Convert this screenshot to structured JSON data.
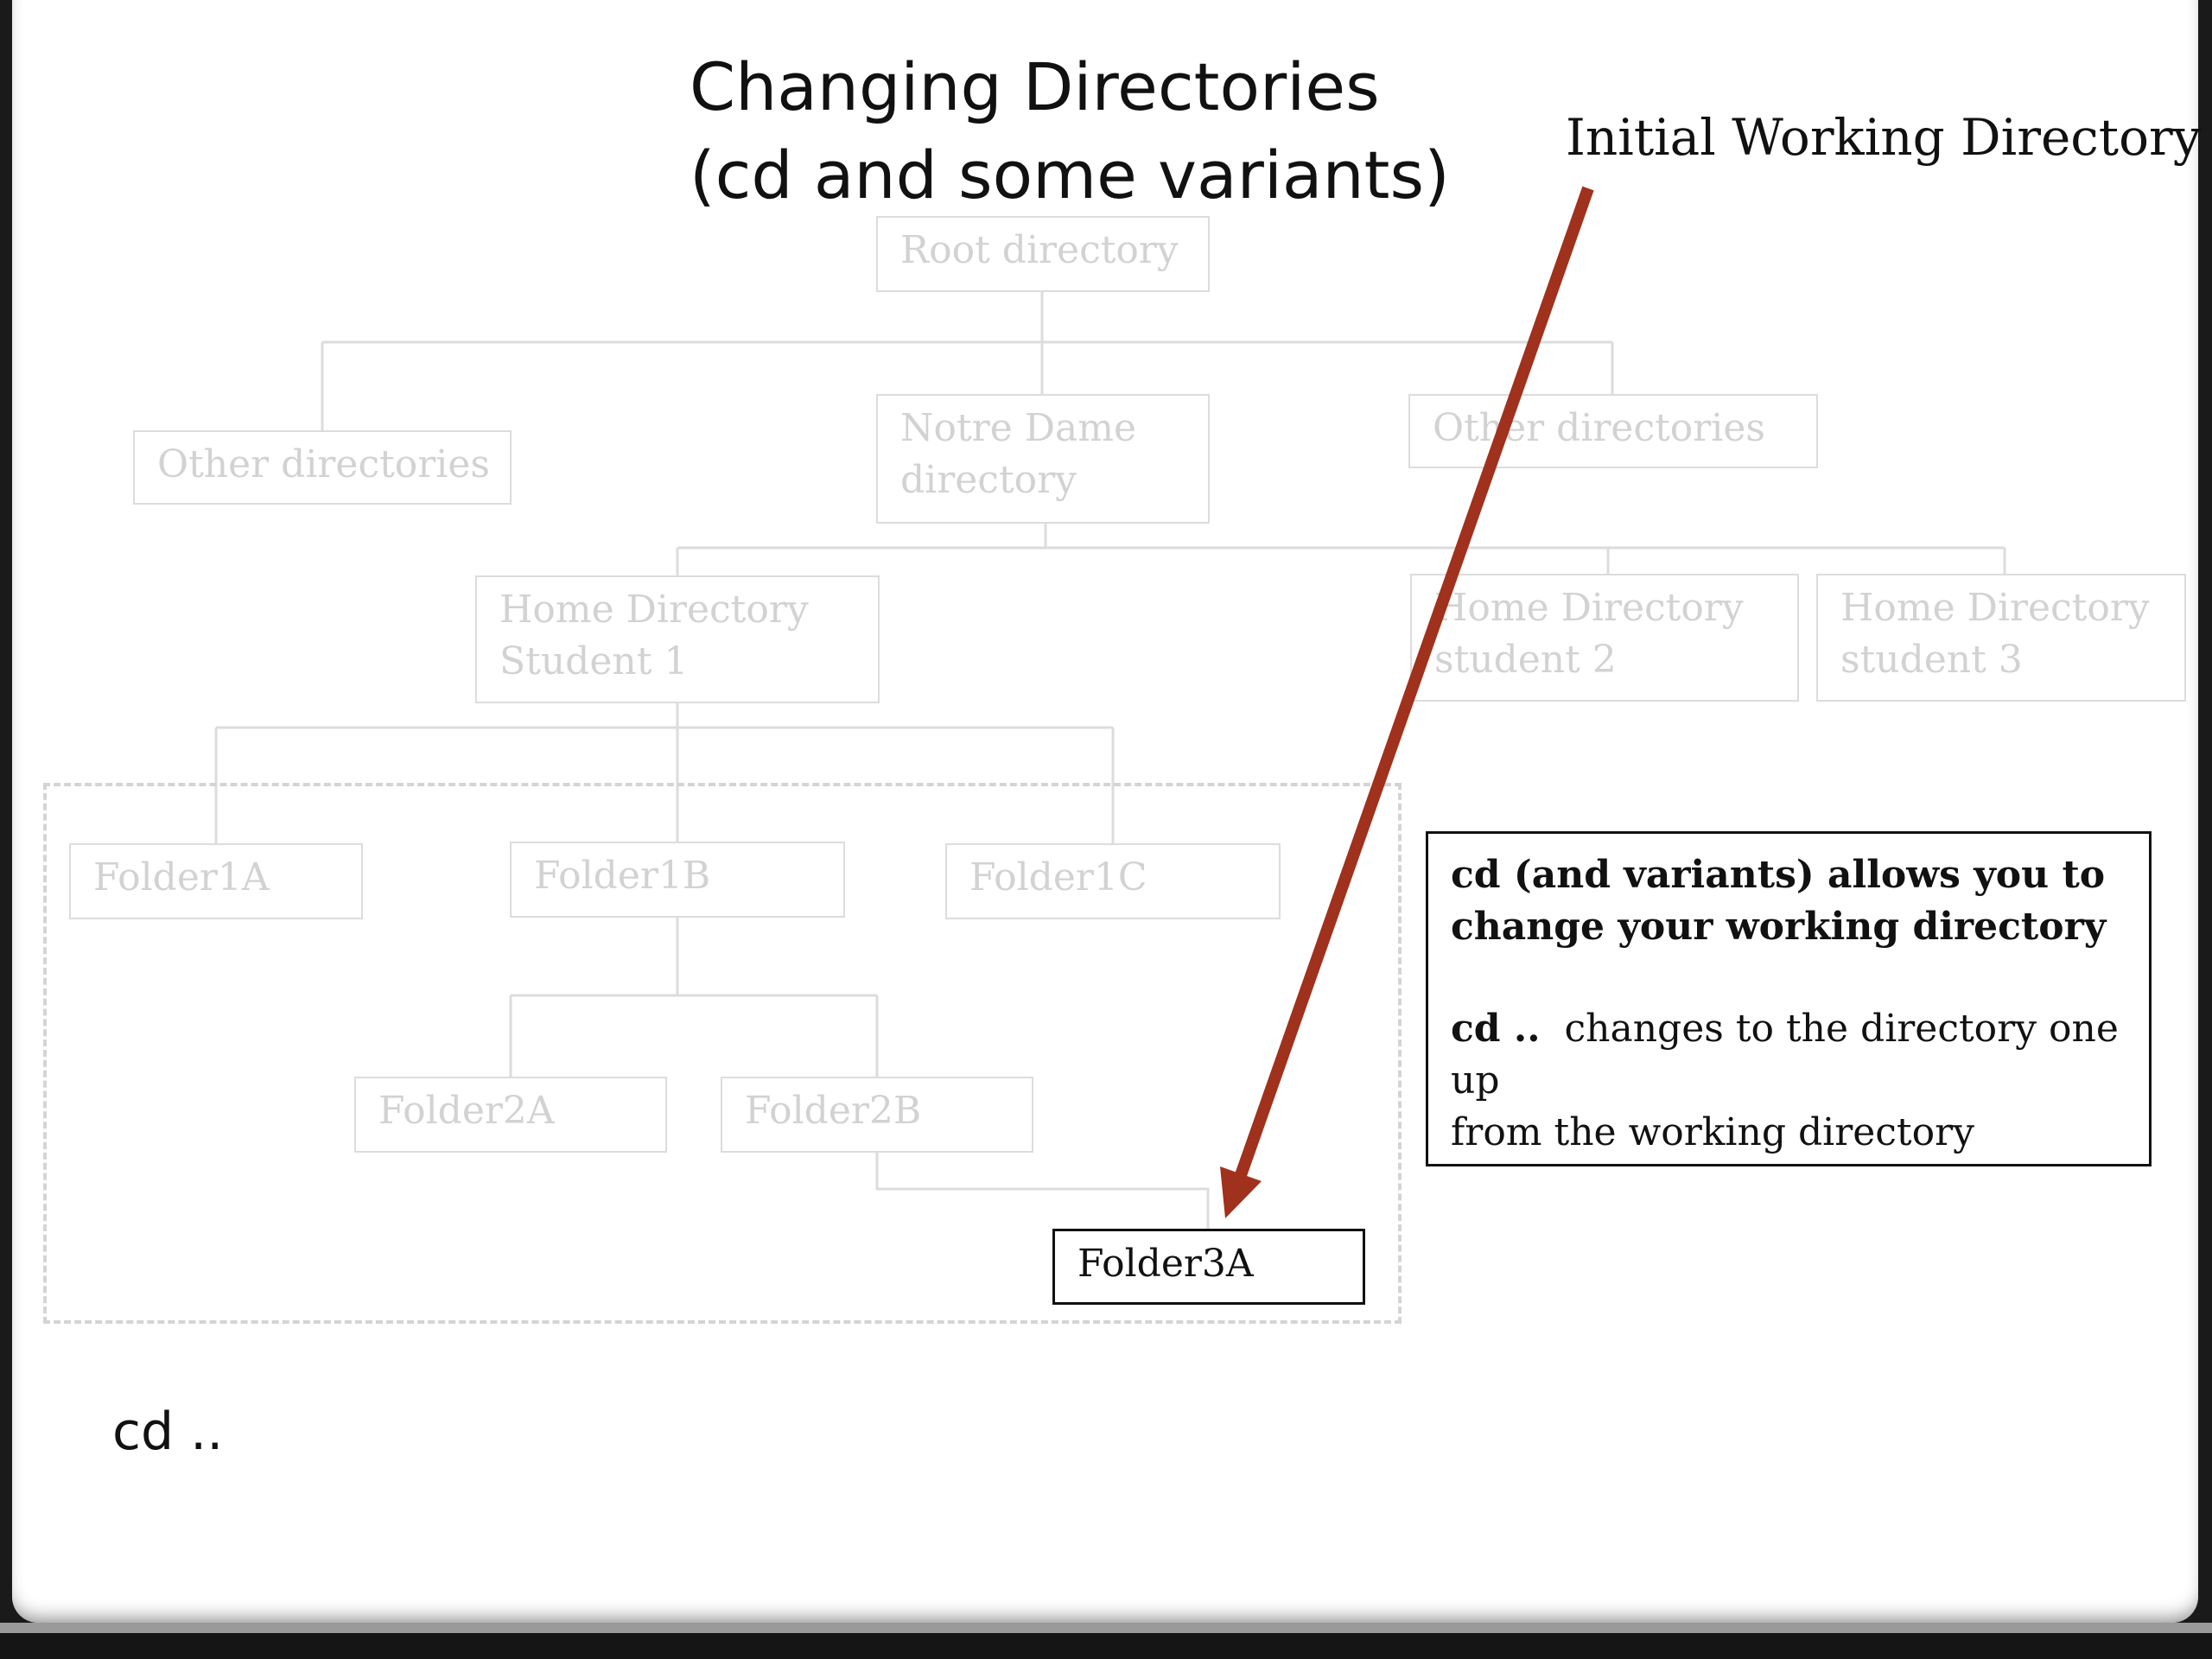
{
  "title": {
    "line1": "Changing Directories",
    "line2": "(cd and some variants)"
  },
  "annotation": {
    "label": "Initial Working Directory",
    "arrow_color": "#a0311c"
  },
  "tree": {
    "root": "Root directory",
    "other_left": "Other directories",
    "notre_dame_line1": "Notre Dame",
    "notre_dame_line2": "directory",
    "other_right": "Other directories",
    "home1_line1": "Home Directory",
    "home1_line2": "Student 1",
    "home2_line1": "Home Directory",
    "home2_line2": "student 2",
    "home3_line1": "Home Directory",
    "home3_line2": "student 3",
    "folder1a": "Folder1A",
    "folder1b": "Folder1B",
    "folder1c": "Folder1C",
    "folder2a": "Folder2A",
    "folder2b": "Folder2B",
    "folder3a": "Folder3A"
  },
  "info": {
    "heading_line1": "cd (and variants) allows you to",
    "heading_line2": "change your working directory",
    "cmd": "cd ..",
    "desc_line1": "changes to the directory one up",
    "desc_line2": "from the working directory"
  },
  "command": "cd .."
}
